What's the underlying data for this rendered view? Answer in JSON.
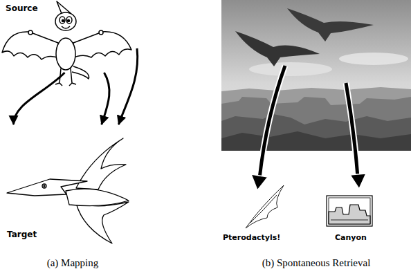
{
  "diagram": {
    "nodes": [
      {
        "text": [
          "Source"
        ]
      },
      {
        "text": [
          "Target"
        ]
      },
      {
        "text": [
          "Pterodactyls!"
        ]
      },
      {
        "text": [
          "Canyon"
        ]
      }
    ],
    "edges": [
      {
        "from": 0,
        "to": 1,
        "arrow": "to"
      },
      {
        "from": 0,
        "to": 1,
        "arrow": "to"
      },
      {
        "from": 0,
        "to": 1,
        "arrow": "to"
      }
    ],
    "labels": [
      "(a) Mapping",
      "(b) Spontaneous Retrieval"
    ]
  }
}
